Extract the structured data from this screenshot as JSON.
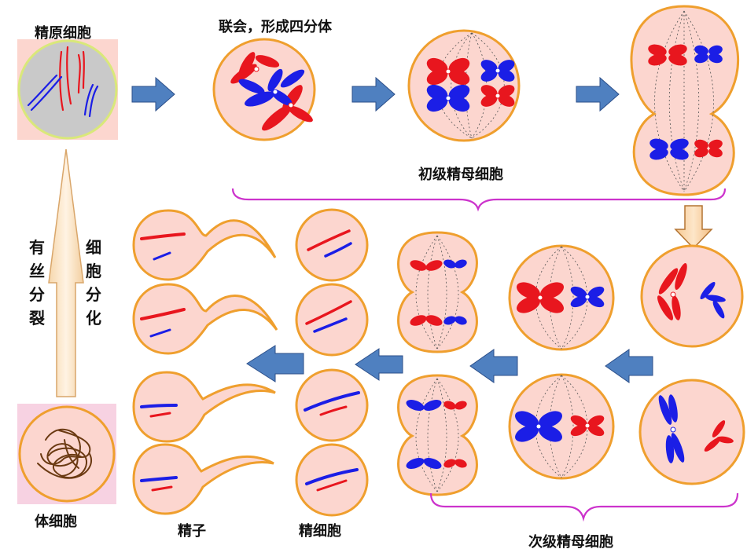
{
  "labels": {
    "spermatogonium": "精原细胞",
    "synapsis": "联会，形成四分体",
    "primary_spermatocyte": "初级精母细胞",
    "secondary_spermatocyte": "次级精母细胞",
    "somatic_cell": "体细胞",
    "spermatid": "精细胞",
    "sperm": "精子",
    "mitosis": "有丝分裂",
    "differentiation": "细胞分化"
  },
  "colors": {
    "cell_fill": "#fcd6cf",
    "cell_border": "#ef9f2e",
    "nucleus_fill": "#c9c9c9",
    "chromosome_red": "#e8161e",
    "chromosome_blue": "#1b1ee6",
    "arrow_fill": "#4f80c0",
    "bracket": "#cc33cc",
    "somatic_chromatin": "#6b3a12",
    "somatic_fill": "#f7d2e2"
  }
}
